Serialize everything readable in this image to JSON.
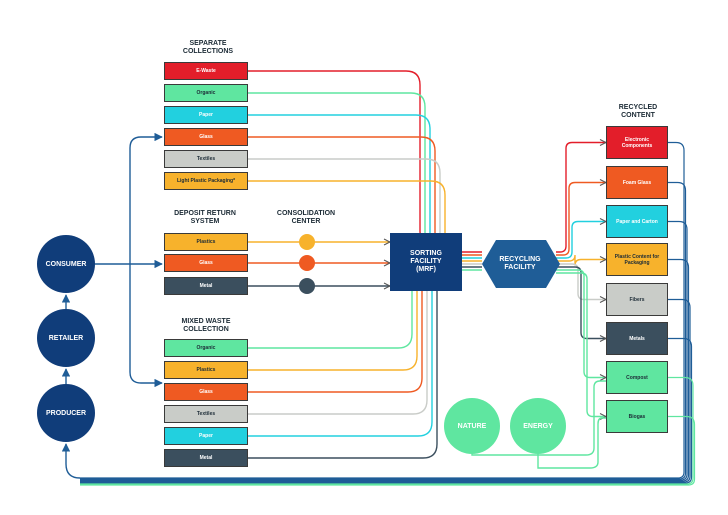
{
  "colors": {
    "navy": "#103d7a",
    "dark_blue": "#1f5d97",
    "red": "#e31e2a",
    "green": "#5fe6a0",
    "cyan": "#22d0df",
    "orange": "#ef5a22",
    "grey": "#c9ccc8",
    "yellow": "#f7b22c",
    "slate": "#3b4f5e"
  },
  "headers": {
    "separate_collections": "SEPARATE\nCOLLECTIONS",
    "deposit_return": "DEPOSIT RETURN\nSYSTEM",
    "consolidation": "CONSOLIDATION\nCENTER",
    "mixed_waste": "MIXED WASTE\nCOLLECTION",
    "recycled_content": "RECYCLED\nCONTENT"
  },
  "separate_collections": [
    {
      "label": "E-Waste",
      "color": "#e31e2a"
    },
    {
      "label": "Organic",
      "color": "#5fe6a0"
    },
    {
      "label": "Paper",
      "color": "#22d0df"
    },
    {
      "label": "Glass",
      "color": "#ef5a22"
    },
    {
      "label": "Textiles",
      "color": "#c9ccc8"
    },
    {
      "label": "Light Plastic Packaging*",
      "color": "#f7b22c"
    }
  ],
  "deposit_return": [
    {
      "label": "Plastics",
      "color": "#f7b22c"
    },
    {
      "label": "Glass",
      "color": "#ef5a22"
    },
    {
      "label": "Metal",
      "color": "#3b4f5e"
    }
  ],
  "mixed_waste": [
    {
      "label": "Organic",
      "color": "#5fe6a0"
    },
    {
      "label": "Plastics",
      "color": "#f7b22c"
    },
    {
      "label": "Glass",
      "color": "#ef5a22"
    },
    {
      "label": "Textiles",
      "color": "#c9ccc8"
    },
    {
      "label": "Paper",
      "color": "#22d0df"
    },
    {
      "label": "Metal",
      "color": "#3b4f5e"
    }
  ],
  "recycled_content": [
    {
      "label": "Electronic Components",
      "color": "#e31e2a"
    },
    {
      "label": "Foam Glass",
      "color": "#ef5a22"
    },
    {
      "label": "Paper and Carton",
      "color": "#22d0df"
    },
    {
      "label": "Plastic Content for Packaging",
      "color": "#f7b22c"
    },
    {
      "label": "Fibers",
      "color": "#c9ccc8"
    },
    {
      "label": "Metals",
      "color": "#3b4f5e"
    },
    {
      "label": "Compost",
      "color": "#5fe6a0"
    },
    {
      "label": "Biogas",
      "color": "#5fe6a0"
    }
  ],
  "chain": {
    "consumer": "CONSUMER",
    "retailer": "RETAILER",
    "producer": "PRODUCER"
  },
  "sorting": "SORTING\nFACILITY\n(MRF)",
  "recycling": "RECYCLING\nFACILITY",
  "nature": "NATURE",
  "energy": "ENERGY"
}
